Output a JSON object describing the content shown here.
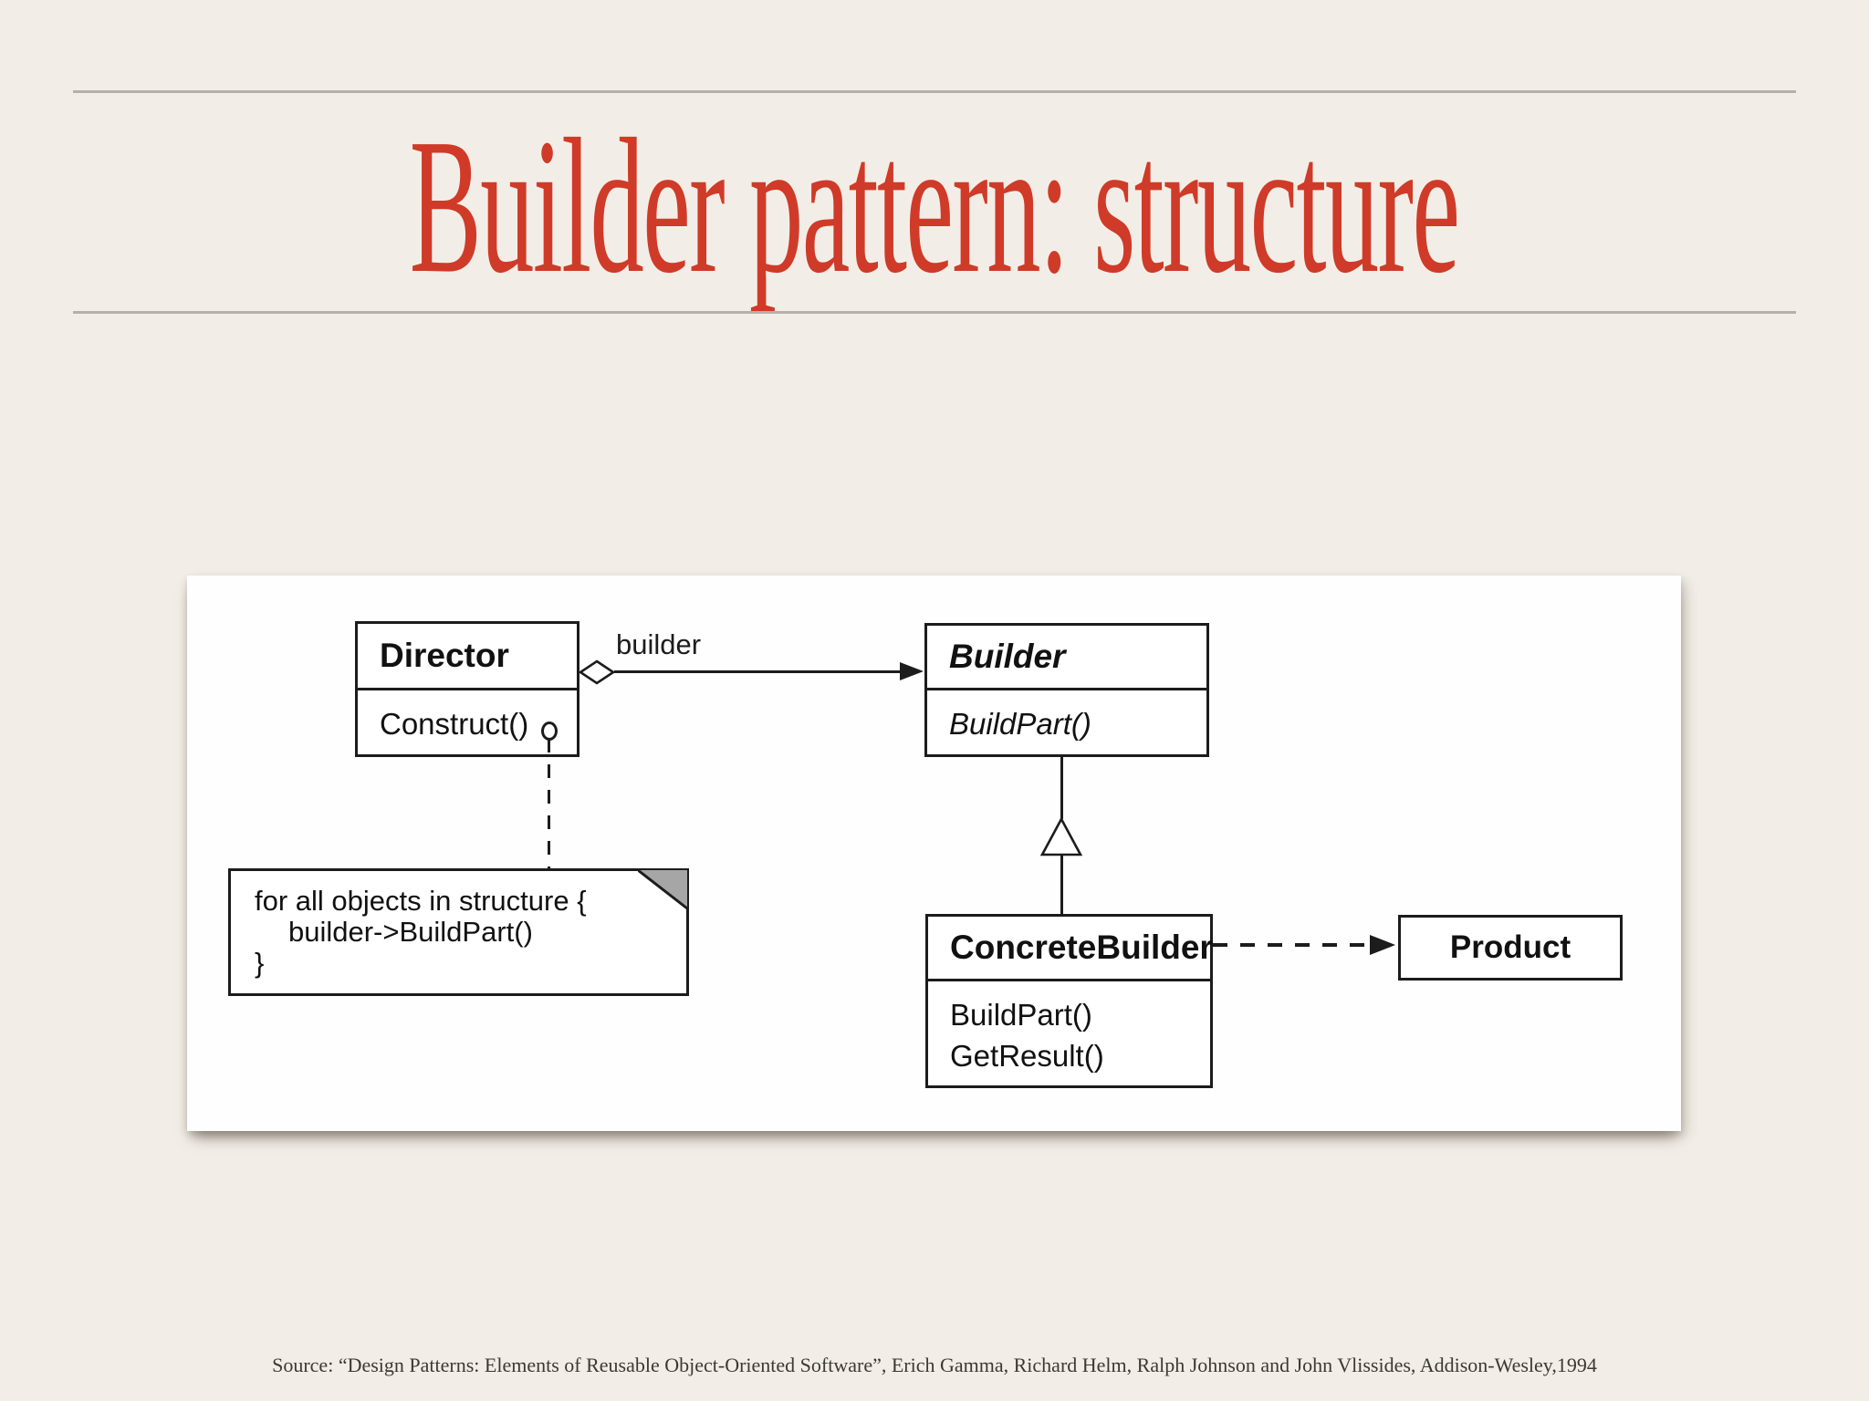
{
  "slide": {
    "title": "Builder pattern: structure",
    "source_note": "Source: “Design Patterns: Elements of Reusable Object-Oriented Software”, Erich Gamma, Richard Helm, Ralph Johnson and John Vlissides, Addison-Wesley,1994"
  },
  "colors": {
    "background": "#f2eee7",
    "title_red": "#cf3b28",
    "rule_gray": "#b5b1a8",
    "diagram_ink": "#1c1c1c",
    "note_fold_gray": "#a6a6a6",
    "panel_white": "#fefefe"
  },
  "diagram": {
    "classes": [
      {
        "name": "Director",
        "abstract": false,
        "methods": [
          "Construct()"
        ]
      },
      {
        "name": "Builder",
        "abstract": true,
        "methods": [
          "BuildPart()"
        ]
      },
      {
        "name": "ConcreteBuilder",
        "abstract": false,
        "methods": [
          "BuildPart()",
          "GetResult()"
        ]
      },
      {
        "name": "Product",
        "abstract": false,
        "methods": []
      }
    ],
    "association_label": "builder",
    "note_lines": [
      "for all objects in structure {",
      "builder->BuildPart()",
      "}"
    ],
    "relations": [
      "Director aggregates Builder (open diamond, label 'builder')",
      "ConcreteBuilder inherits Builder (open triangle)",
      "ConcreteBuilder creates Product (dashed arrow)",
      "Director.Construct() linked by dashed line to pseudocode note"
    ]
  }
}
